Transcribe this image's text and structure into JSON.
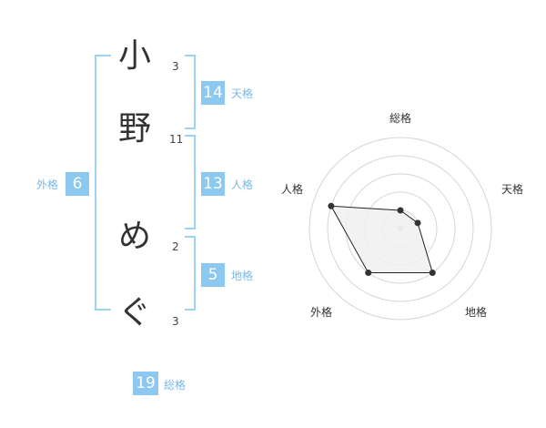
{
  "name": {
    "chars": [
      {
        "char": "小",
        "strokes": "3"
      },
      {
        "char": "野",
        "strokes": "11"
      },
      {
        "char": "め",
        "strokes": "2"
      },
      {
        "char": "ぐ",
        "strokes": "3"
      }
    ]
  },
  "fortune": {
    "tenkaku": {
      "value": "14",
      "label": "天格"
    },
    "jinkaku": {
      "value": "13",
      "label": "人格"
    },
    "chikaku": {
      "value": "5",
      "label": "地格"
    },
    "gaikaku": {
      "value": "6",
      "label": "外格"
    },
    "soukaku": {
      "value": "19",
      "label": "総格"
    }
  },
  "chart_data": {
    "type": "radar",
    "axes": [
      "総格",
      "天格",
      "地格",
      "外格",
      "人格"
    ],
    "values": [
      1,
      1,
      3,
      3,
      4
    ],
    "max": 5,
    "rings": 5,
    "colors": {
      "fill": "#f0f0f0",
      "stroke": "#222222",
      "ring": "#d5d5d5",
      "point": "#333333"
    }
  }
}
